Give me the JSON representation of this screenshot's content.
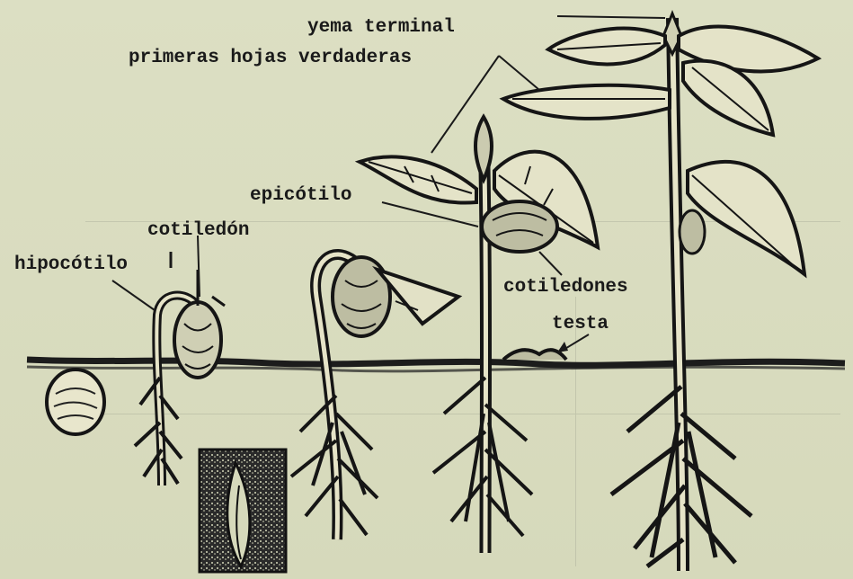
{
  "labels": {
    "yema_terminal": "yema terminal",
    "primeras_hojas": "primeras hojas verdaderas",
    "epicotilo": "epicótilo",
    "cotiledon": "cotiledón",
    "hipocotilo": "hipocótilo",
    "cotiledones": "cotiledones",
    "testa": "testa"
  }
}
